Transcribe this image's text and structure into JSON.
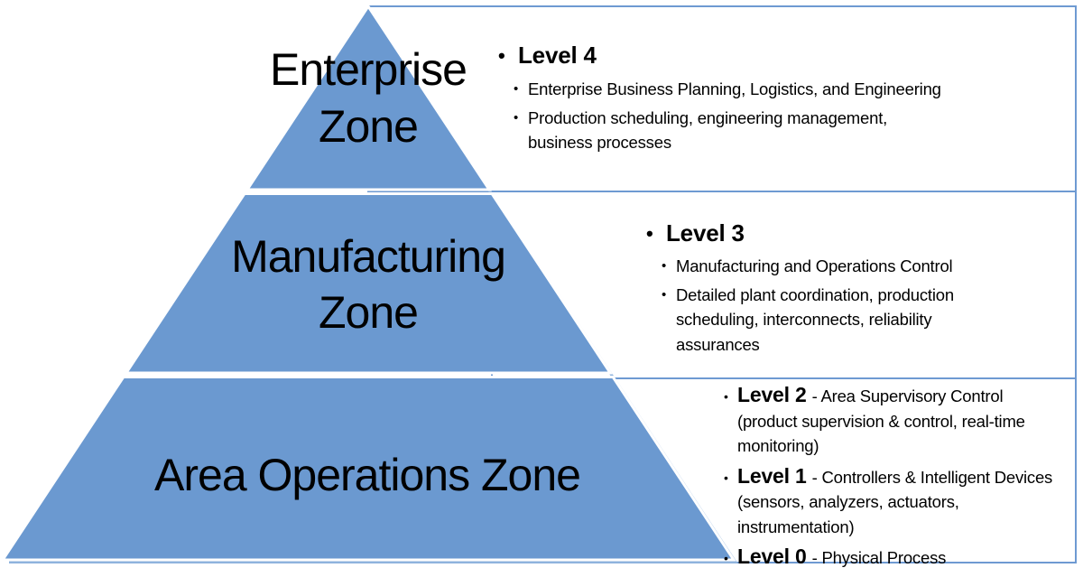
{
  "colors": {
    "pyramid_fill": "#6b99d0",
    "pyramid_shadow": "#8fb3dd",
    "box_border": "#6e9ad2",
    "text": "#000000"
  },
  "bullet_glyph": "•",
  "pyramid": {
    "zones": [
      {
        "lines": [
          "Enterprise",
          "Zone"
        ]
      },
      {
        "lines": [
          "Manufacturing",
          "Zone"
        ]
      },
      {
        "lines": [
          "Area Operations Zone"
        ]
      }
    ]
  },
  "panels": {
    "enterprise": {
      "heading": "Level 4",
      "bullets": [
        "Enterprise Business Planning, Logistics, and Engineering",
        "Production scheduling, engineering management, business processes"
      ]
    },
    "manufacturing": {
      "heading": "Level 3",
      "bullets": [
        "Manufacturing and Operations Control",
        "Detailed plant coordination, production scheduling, interconnects, reliability assurances"
      ]
    },
    "area_operations": {
      "items": [
        {
          "name": "Level 2",
          "desc": "- Area Supervisory Control (product supervision & control, real-time monitoring)"
        },
        {
          "name": "Level 1",
          "desc": "- Controllers & Intelligent Devices (sensors, analyzers, actuators, instrumentation)"
        },
        {
          "name": "Level 0",
          "desc": "- Physical Process"
        }
      ]
    }
  }
}
